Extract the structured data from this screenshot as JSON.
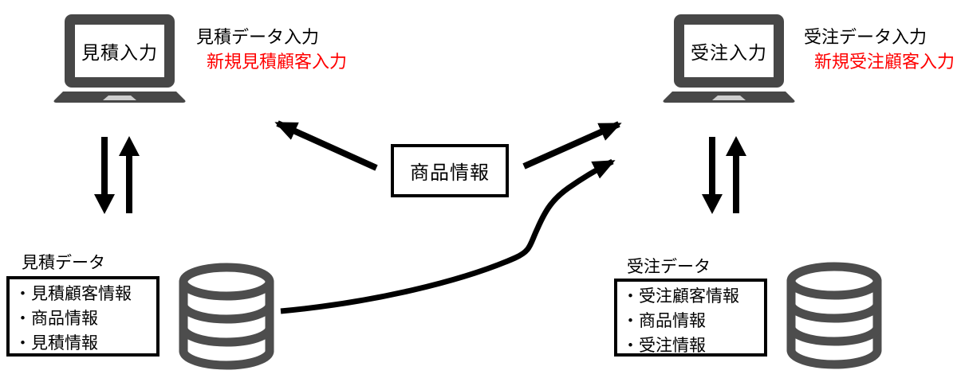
{
  "colors": {
    "device_gray": "#474747",
    "database_gray": "#4d4d4d",
    "highlight_red": "#ff0000",
    "line_black": "#000000"
  },
  "left_terminal": {
    "screen_label": "見積入力",
    "caption_line1": "見積データ入力",
    "caption_line2": "新規見積顧客入力"
  },
  "right_terminal": {
    "screen_label": "受注入力",
    "caption_line1": "受注データ入力",
    "caption_line2": "新規受注顧客入力"
  },
  "product_info_box": {
    "label": "商品情報"
  },
  "quote_data": {
    "title": "見積データ",
    "items": [
      "・見積顧客情報",
      "・商品情報",
      "・見積情報"
    ]
  },
  "order_data": {
    "title": "受注データ",
    "items": [
      "・受注顧客情報",
      "・商品情報",
      "・受注情報"
    ]
  }
}
